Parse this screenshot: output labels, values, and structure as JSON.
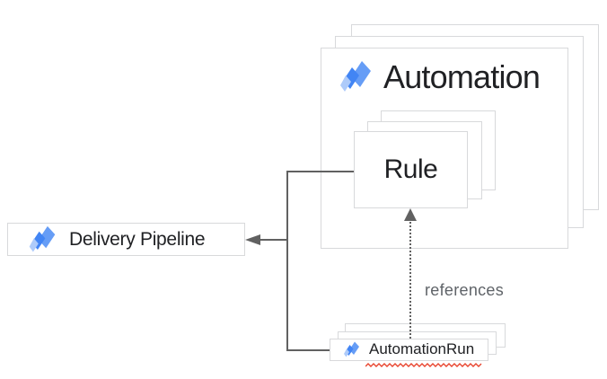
{
  "palette": {
    "background": "#ffffff",
    "box_border": "#d8d9db",
    "connector_line": "#616161",
    "title_text": "#202124",
    "edge_label_text": "#5f6368",
    "spellcheck_red": "#e8442e",
    "deploy_icon_blue": "#4285f4",
    "deploy_icon_blue_medium": "#669df6",
    "deploy_icon_blue_light": "#aecbfa"
  },
  "nodes": {
    "automation": {
      "label": "Automation",
      "icon": "cloud-deploy-icon",
      "stack_count": 3
    },
    "rule": {
      "label": "Rule",
      "stack_count": 3
    },
    "delivery_pipeline": {
      "label": "Delivery Pipeline",
      "icon": "cloud-deploy-icon"
    },
    "automation_run": {
      "label": "AutomationRun",
      "icon": "cloud-deploy-icon",
      "stack_count": 3,
      "spellcheck_underline": true
    }
  },
  "edges": {
    "rule_to_delivery_pipeline": {
      "from": "rule",
      "to": "delivery_pipeline",
      "style": "solid",
      "arrowhead": "filled-left"
    },
    "automation_run_to_rule": {
      "from": "automation_run",
      "to": "rule",
      "style": "dotted",
      "arrowhead": "filled-up",
      "label": "references"
    }
  }
}
